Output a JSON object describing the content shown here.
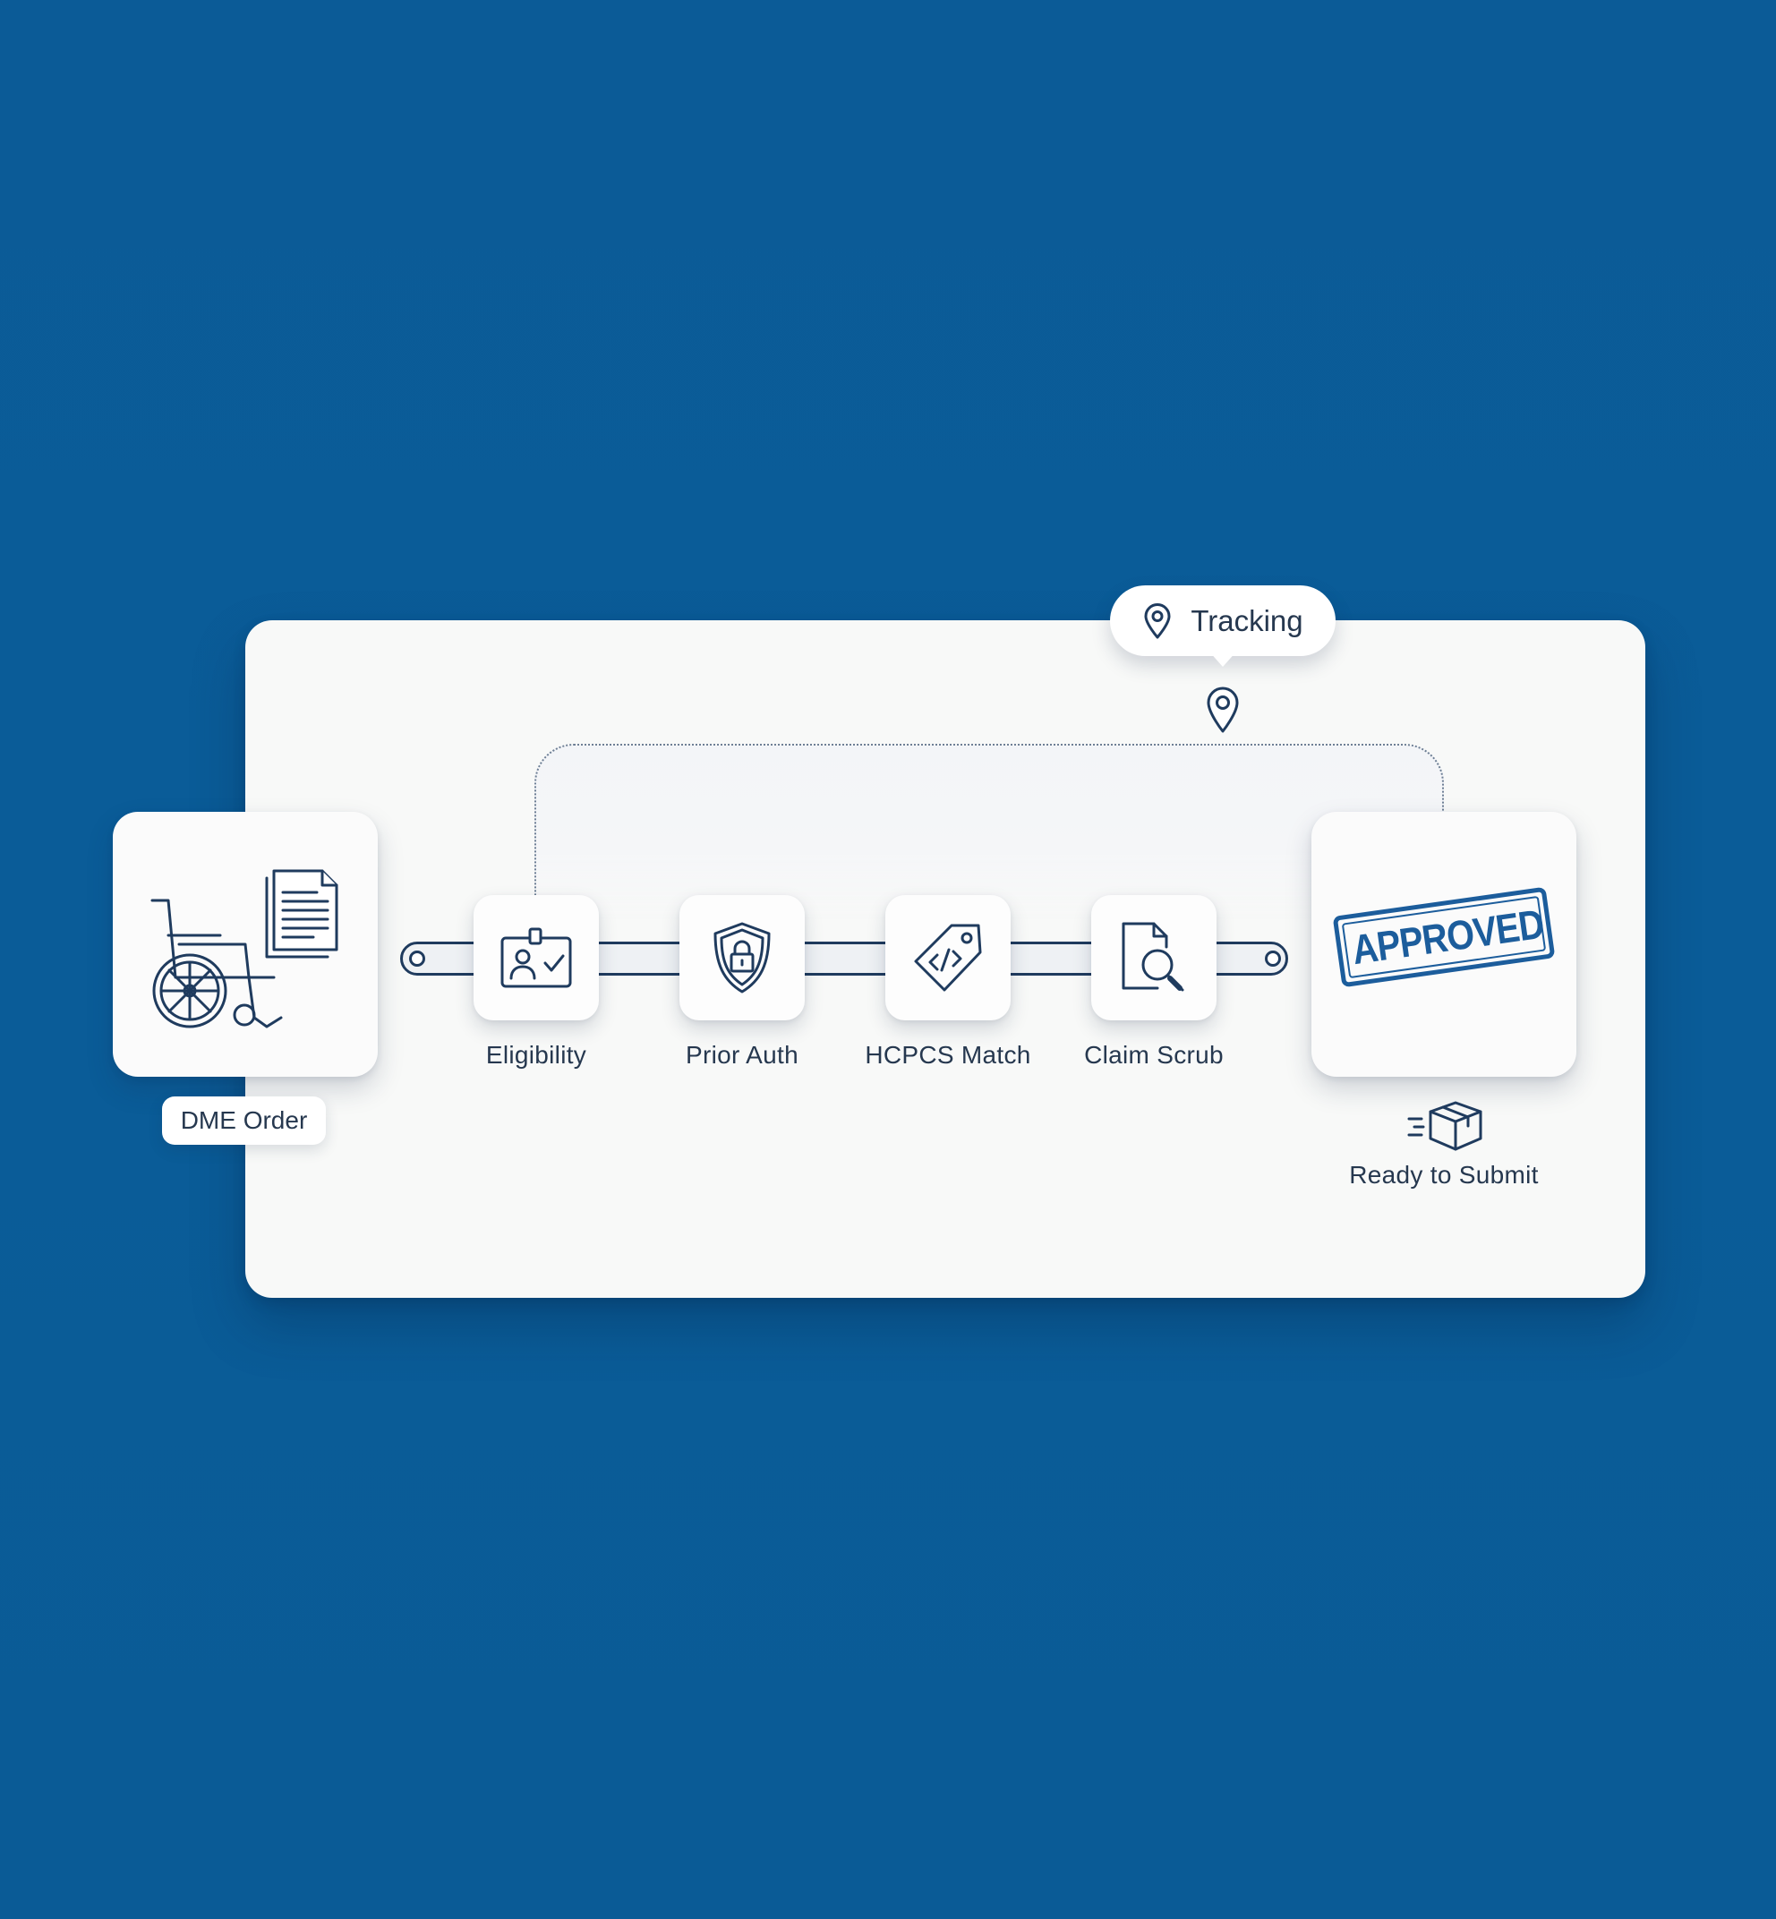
{
  "colors": {
    "background": "#0a5b96",
    "panel": "#f8f9f8",
    "icon_stroke": "#1f3b5e",
    "stamp_blue": "#1c5d9c"
  },
  "tracking": {
    "label": "Tracking",
    "icon": "map-pin-icon",
    "marker_icon": "map-pin-icon"
  },
  "order": {
    "label": "DME Order",
    "icons": [
      "wheelchair-icon",
      "document-stack-icon"
    ]
  },
  "steps": [
    {
      "label": "Eligibility",
      "icon": "id-badge-check-icon"
    },
    {
      "label": "Prior Auth",
      "icon": "shield-lock-icon"
    },
    {
      "label": "HCPCS Match",
      "icon": "code-tag-icon"
    },
    {
      "label": "Claim Scrub",
      "icon": "document-search-icon"
    }
  ],
  "result": {
    "stamp_text": "APPROVED",
    "label": "Ready to Submit",
    "icon": "package-delivery-icon"
  }
}
